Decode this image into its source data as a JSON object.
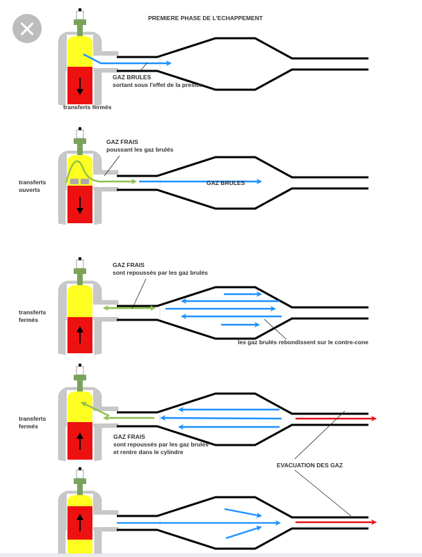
{
  "viewer": {
    "close_button_label": "close",
    "close_icon": "close-x-icon"
  },
  "diagram": {
    "title": "PREMIERE PHASE DE L'ECHAPPEMENT",
    "colors": {
      "burnt_gas": "#1e90ff",
      "fresh_gas": "#8fbf4f",
      "exhaust_out": "#e8141c",
      "piston": "#ee1111",
      "charge": "#ffff22",
      "cylinder_wall": "#c8c8c8",
      "spark_plug_base": "#7aa35a",
      "pipe": "#000000"
    },
    "stages": [
      {
        "id": 1,
        "piston_direction": "down",
        "side_label": [
          "transferts fermés"
        ],
        "callout": [
          "GAZ BRULES",
          "sortant sous l'effet de la presion"
        ],
        "flow_label": ""
      },
      {
        "id": 2,
        "piston_direction": "down",
        "side_label": [
          "transferts",
          "ouverts"
        ],
        "callout": [
          "GAZ FRAIS",
          "poussant les gaz brulés"
        ],
        "flow_label": "GAZ BRULES"
      },
      {
        "id": 3,
        "piston_direction": "up",
        "side_label": [
          "transferts",
          "fermés"
        ],
        "callout": [
          "GAZ FRAIS",
          "sont repoussés par les gaz brulés"
        ],
        "flow_label": "les gaz brulés rebondissent sur le contre-cone"
      },
      {
        "id": 4,
        "piston_direction": "up",
        "side_label": [
          "transferts",
          "fermés"
        ],
        "callout": [
          "GAZ FRAIS",
          "sont repoussés par les gaz brulés",
          "et rentre dans le cylindre"
        ],
        "flow_label": ""
      },
      {
        "id": 5,
        "piston_direction": "up",
        "side_label": [],
        "callout": [],
        "flow_label": ""
      }
    ],
    "shared_callout": "EVACUATION DES GAZ"
  }
}
